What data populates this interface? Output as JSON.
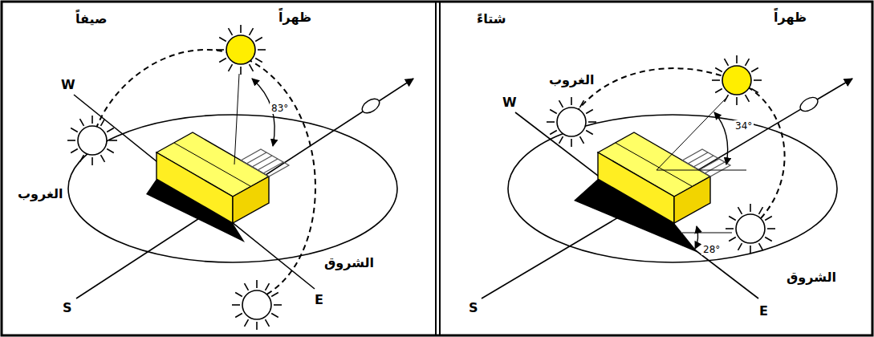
{
  "diagram": {
    "labels": [
      "صيفاً",
      "ظهراً",
      "الغروب",
      "الشروق",
      "W",
      "E",
      "S",
      "83°",
      "شتاءً",
      "ظهراً",
      "الغروب",
      "الشروق",
      "W",
      "E",
      "S",
      "34°",
      "28°"
    ]
  }
}
